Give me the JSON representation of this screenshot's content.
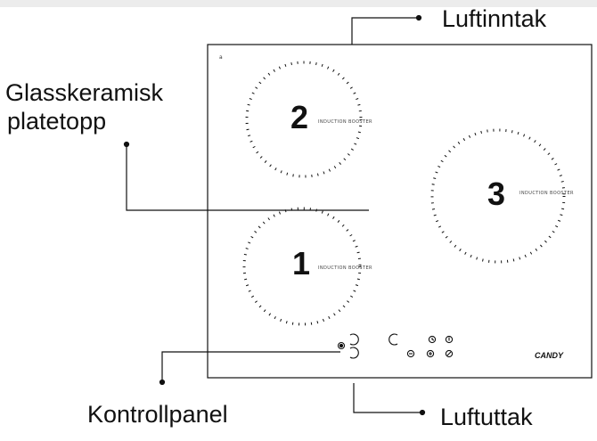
{
  "callouts": {
    "air_intake": "Luftinntak",
    "glass_top_line1": "Glasskeramisk",
    "glass_top_line2": "platetopp",
    "control_panel": "Kontrollpanel",
    "air_outlet": "Luftuttak"
  },
  "cooktop": {
    "corner_mark": "a",
    "brand": "CANDY",
    "zones": [
      {
        "number": "1",
        "label": "INDUCTION BOOSTER"
      },
      {
        "number": "2",
        "label": "INDUCTION BOOSTER"
      },
      {
        "number": "3",
        "label": "INDUCTION BOOSTER"
      }
    ],
    "controls": [
      {
        "icon": "slider-ring-upper-icon"
      },
      {
        "icon": "slider-ring-lower-icon"
      },
      {
        "icon": "power-indicator-icon"
      },
      {
        "icon": "arc-icon"
      },
      {
        "icon": "timer-icon"
      },
      {
        "icon": "power-icon"
      },
      {
        "icon": "minus-icon"
      },
      {
        "icon": "plus-icon"
      },
      {
        "icon": "lock-icon"
      }
    ]
  },
  "colors": {
    "line": "#111111",
    "background": "#ffffff",
    "header_bar": "#e6e6e6"
  }
}
